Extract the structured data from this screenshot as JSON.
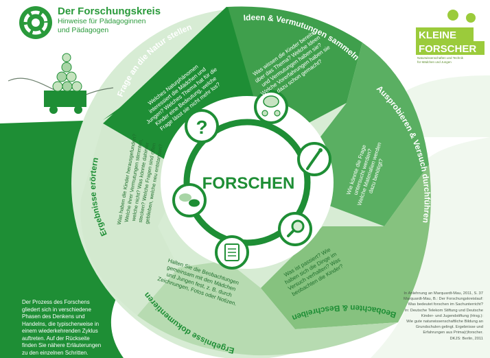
{
  "header": {
    "title": "Der Forschungskreis",
    "subtitle_line1": "Hinweise für Pädagoginnen",
    "subtitle_line2": "und Pädagogen"
  },
  "logo": {
    "line1": "KLEINE",
    "line2": "FORSCHER",
    "tagline1": "Naturwissenschaften und Technik",
    "tagline2": "für Mädchen und Jungen"
  },
  "center": {
    "label": "FORSCHEN"
  },
  "segments": [
    {
      "title": "Frage an die Natur stellen",
      "text": [
        "Welches Naturphänomen",
        "interessiert die Mädchen und",
        "Jungen? Welches Thema hat für die",
        "Kinder eine Bedeutung, welche",
        "Frage lässt sie nicht mehr los?"
      ]
    },
    {
      "title": "Ideen & Vermutungen sammeln",
      "text": [
        "Was wissen die Kinder bereits",
        "über das Thema? Welche Ideen",
        "und Vermutungen haben sie?",
        "Welche Vorerfahrungen haben sie",
        "dazu schon gemacht?"
      ]
    },
    {
      "title": "Ausprobieren & Versuch durchführen",
      "text": [
        "Wie könnte die Frage",
        "untersucht werden?",
        "Welche Materialien werden",
        "dazu benötigt?"
      ]
    },
    {
      "title": "Beobachten & Beschreiben",
      "text": [
        "Was ist passiert? Wie",
        "haben sich die Dinge im",
        "Versuch verhalten? Was",
        "beobachten die Kinder?"
      ]
    },
    {
      "title": "Ergebnisse dokumentieren",
      "text": [
        "Halten Sie die Beobachtungen",
        "gemeinsam mit den Mädchen",
        "und Jungen fest, z. B. durch",
        "Zeichnungen, Fotos oder Notizen."
      ]
    },
    {
      "title": "Ergebnisse erörtern",
      "text": [
        "Was haben die Kinder herausgefunden?",
        "Welche ihrer Vermutungen stimmten,",
        "welche nicht? Was könnte dahinter",
        "stecken? Welche Fragen sind offen",
        "geblieben, welche neu entstanden?"
      ]
    }
  ],
  "bottom_left": [
    "Der Prozess des Forschens",
    "gliedert sich in verschiedene",
    "Phasen des Denkens und",
    "Handelns, die typischerweise in",
    "einem wiederkehrenden Zyklus",
    "auftreten. Auf der Rückseite",
    "finden Sie nähere Erläuterungen",
    "zu den einzelnen Schritten."
  ],
  "bottom_right": [
    "In Anlehnung an Marquardt-Mau, 2011, S. 37",
    "Marquardt-Mau, B.: Der Forschungskreislauf:",
    "Was bedeutet forschen im Sachunterricht?",
    "In: Deutsche Telekom Stiftung und Deutsche",
    "Kinder- und Jugendstiftung (Hrsg.):",
    "Wie gute naturwissenschaftliche Bildung an",
    "Grundschulen gelingt. Ergebnisse und",
    "Erfahrungen aus Prima(r)forscher.",
    "DKJS: Berlin, 2011"
  ],
  "colors": {
    "dark_green": "#1e8e35",
    "mid_green": "#58ad63",
    "light_green": "#a8d5a6",
    "pale_green": "#d7ecd4",
    "lime": "#9bcb3b",
    "white": "#ffffff"
  },
  "icons": [
    "question-mark-icon",
    "thought-bubble-icon",
    "pipette-icon",
    "magnifier-icon",
    "clipboard-icon",
    "speech-bubbles-icon"
  ]
}
